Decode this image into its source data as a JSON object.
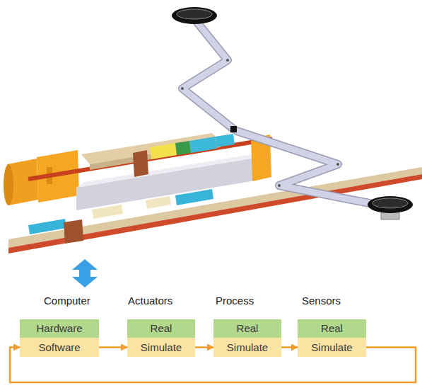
{
  "diagram": {
    "nodes": [
      {
        "text": [
          "Hardware"
        ]
      },
      {
        "text": [
          "Software"
        ]
      },
      {
        "text": [
          "Real"
        ]
      },
      {
        "text": [
          "Simulate"
        ]
      },
      {
        "text": [
          "Real"
        ]
      },
      {
        "text": [
          "Simulate"
        ]
      },
      {
        "text": [
          "Real"
        ]
      },
      {
        "text": [
          "Simulate"
        ]
      }
    ],
    "edges": [
      {
        "from": 1,
        "to": 3,
        "arrow": "to"
      },
      {
        "from": 3,
        "to": 5,
        "arrow": "to"
      },
      {
        "from": 5,
        "to": 7,
        "arrow": "to"
      },
      {
        "from": 7,
        "to": 1,
        "arrow": "to"
      }
    ],
    "labels": [
      "Computer",
      "Actuators",
      "Process",
      "Sensors"
    ]
  }
}
